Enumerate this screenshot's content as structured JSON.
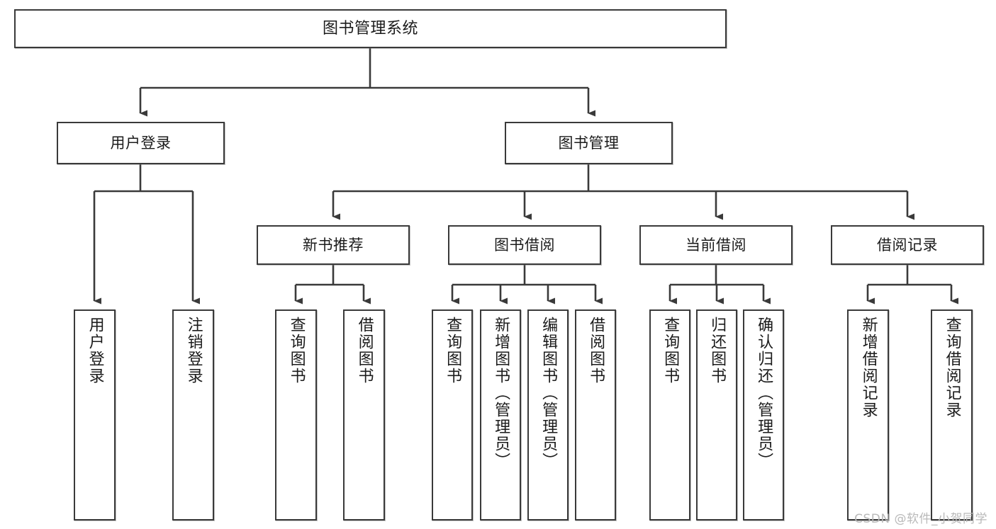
{
  "diagram": {
    "title": "图书管理系统",
    "type": "tree",
    "root": {
      "label": "图书管理系统"
    },
    "level1": [
      {
        "label": "用户登录"
      },
      {
        "label": "图书管理"
      }
    ],
    "level2": [
      {
        "label": "新书推荐"
      },
      {
        "label": "图书借阅"
      },
      {
        "label": "当前借阅"
      },
      {
        "label": "借阅记录"
      }
    ],
    "leaves": {
      "user_login": [
        {
          "label": "用户登录"
        },
        {
          "label": "注销登录"
        }
      ],
      "new_book_recommend": [
        {
          "label": "查询图书"
        },
        {
          "label": "借阅图书"
        }
      ],
      "book_borrow": [
        {
          "label": "查询图书"
        },
        {
          "label": "新增图书（管理员）"
        },
        {
          "label": "编辑图书（管理员）"
        },
        {
          "label": "借阅图书"
        }
      ],
      "current_borrow": [
        {
          "label": "查询图书"
        },
        {
          "label": "归还图书"
        },
        {
          "label": "确认归还（管理员）"
        }
      ],
      "borrow_record": [
        {
          "label": "新增借阅记录"
        },
        {
          "label": "查询借阅记录"
        }
      ]
    }
  },
  "watermark": {
    "text": "CSDN @软件_小贺同学"
  },
  "colors": {
    "stroke": "#3a3a3a",
    "fill": "#ffffff",
    "text": "#1b1b1b",
    "watermark": "#b9b9b9"
  }
}
